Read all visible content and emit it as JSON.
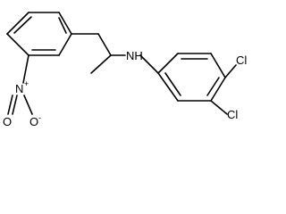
{
  "structure": {
    "atoms": {
      "amine": "NH",
      "chloro_3": "Cl",
      "chloro_4": "Cl",
      "nitro_n": "N",
      "nitro_n_charge": "+",
      "nitro_o1": "O",
      "nitro_o2": "O",
      "nitro_o2_charge": "-"
    },
    "colors": {
      "bond": "#000000",
      "label": "#000000",
      "background": "#ffffff"
    }
  }
}
